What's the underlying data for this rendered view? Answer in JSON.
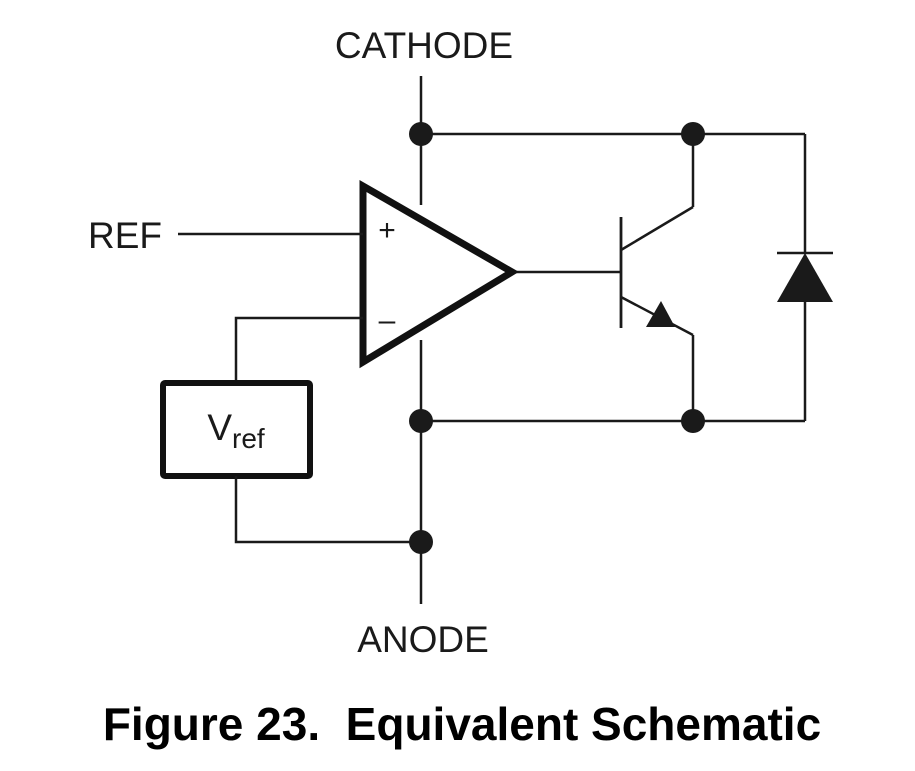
{
  "labels": {
    "cathode": "CATHODE",
    "anode": "ANODE",
    "ref": "REF",
    "vref_main": "V",
    "vref_sub": "ref",
    "opamp_plus": "+",
    "opamp_minus": "–"
  },
  "caption": "Figure 23.  Equivalent Schematic",
  "components": [
    {
      "type": "op-amp",
      "inputs": [
        "+ (REF)",
        "- (Vref)"
      ]
    },
    {
      "type": "npn-transistor"
    },
    {
      "type": "diode"
    },
    {
      "type": "voltage-reference",
      "label": "Vref"
    }
  ],
  "colors": {
    "ink": "#1a1a1a",
    "background": "#ffffff"
  }
}
